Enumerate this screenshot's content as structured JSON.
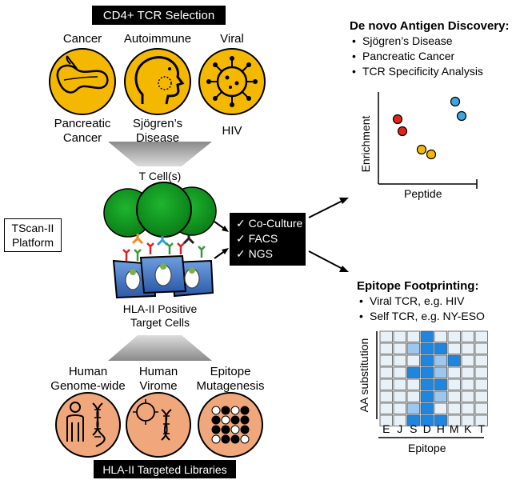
{
  "selection_title": "CD4+ TCR Selection",
  "categories": [
    {
      "heading": "Cancer",
      "caption": [
        "Pancreatic",
        "Cancer"
      ],
      "icon": "pancreas-icon"
    },
    {
      "heading": "Autoimmune",
      "caption": [
        "Sjögren’s",
        "Disease"
      ],
      "icon": "head-profile-icon"
    },
    {
      "heading": "Viral",
      "caption": [
        "HIV"
      ],
      "icon": "virus-icon"
    }
  ],
  "tcell_label": "T Cell(s)",
  "platform_label": [
    "TScan-II",
    "Platform"
  ],
  "assays": [
    "✓ Co-Culture",
    "✓ FACS",
    "✓ NGS"
  ],
  "target_label": [
    "HLA-II Positive",
    "Target Cells"
  ],
  "libraries": [
    {
      "heading": [
        "Human",
        "Genome-wide"
      ],
      "icon": "person-dna-icon"
    },
    {
      "heading": [
        "Human",
        "Virome"
      ],
      "icon": "virus-dna-icon"
    },
    {
      "heading": [
        "Epitope",
        "Mutagenesis"
      ],
      "icon": "dot-grid-icon"
    }
  ],
  "libraries_title": "HLA-II Targeted Libraries",
  "discovery": {
    "title": "De novo Antigen Discovery:",
    "items": [
      "Sjögren’s Disease",
      "Pancreatic Cancer",
      "TCR Specificity Analysis"
    ]
  },
  "scatter_chart": {
    "ylabel": "Enrichment",
    "xlabel": "Peptide",
    "points": [
      {
        "group": "red",
        "color": "#e2231a"
      },
      {
        "group": "red",
        "color": "#e2231a"
      },
      {
        "group": "yellow",
        "color": "#f5b800"
      },
      {
        "group": "yellow",
        "color": "#f5b800"
      },
      {
        "group": "blue",
        "color": "#3da5e0"
      },
      {
        "group": "blue",
        "color": "#3da5e0"
      }
    ]
  },
  "footprinting": {
    "title": "Epitope Footprinting:",
    "items": [
      "Viral TCR, e.g. HIV",
      "Self TCR, e.g. NY-ESO"
    ]
  },
  "heatmap": {
    "ylabel": "AA substitution",
    "xlabel": "Epitope",
    "columns": [
      "E",
      "J",
      "S",
      "D",
      "H",
      "M",
      "K",
      "T"
    ],
    "levels": [
      [
        0,
        0,
        0,
        2,
        0,
        0,
        0,
        0
      ],
      [
        0,
        0,
        1,
        2,
        2,
        0,
        0,
        0
      ],
      [
        0,
        0,
        0,
        2,
        1,
        2,
        0,
        0
      ],
      [
        0,
        0,
        2,
        2,
        1,
        0,
        0,
        0
      ],
      [
        0,
        0,
        0,
        2,
        2,
        0,
        0,
        0
      ],
      [
        0,
        0,
        0,
        2,
        1,
        0,
        0,
        0
      ],
      [
        0,
        0,
        1,
        2,
        0,
        0,
        0,
        0
      ],
      [
        0,
        0,
        2,
        2,
        2,
        0,
        0,
        0
      ]
    ],
    "colors": {
      "empty": "#e9f1f8",
      "light": "#9cc8ef",
      "dark": "#1f86e0"
    }
  },
  "colors": {
    "icon_gold": "#f5b800",
    "icon_peach": "#f0a77c",
    "cell_green": "#109a20",
    "cell_blue": "#3f72b8",
    "funnel_gray": "#9a9a9a"
  }
}
